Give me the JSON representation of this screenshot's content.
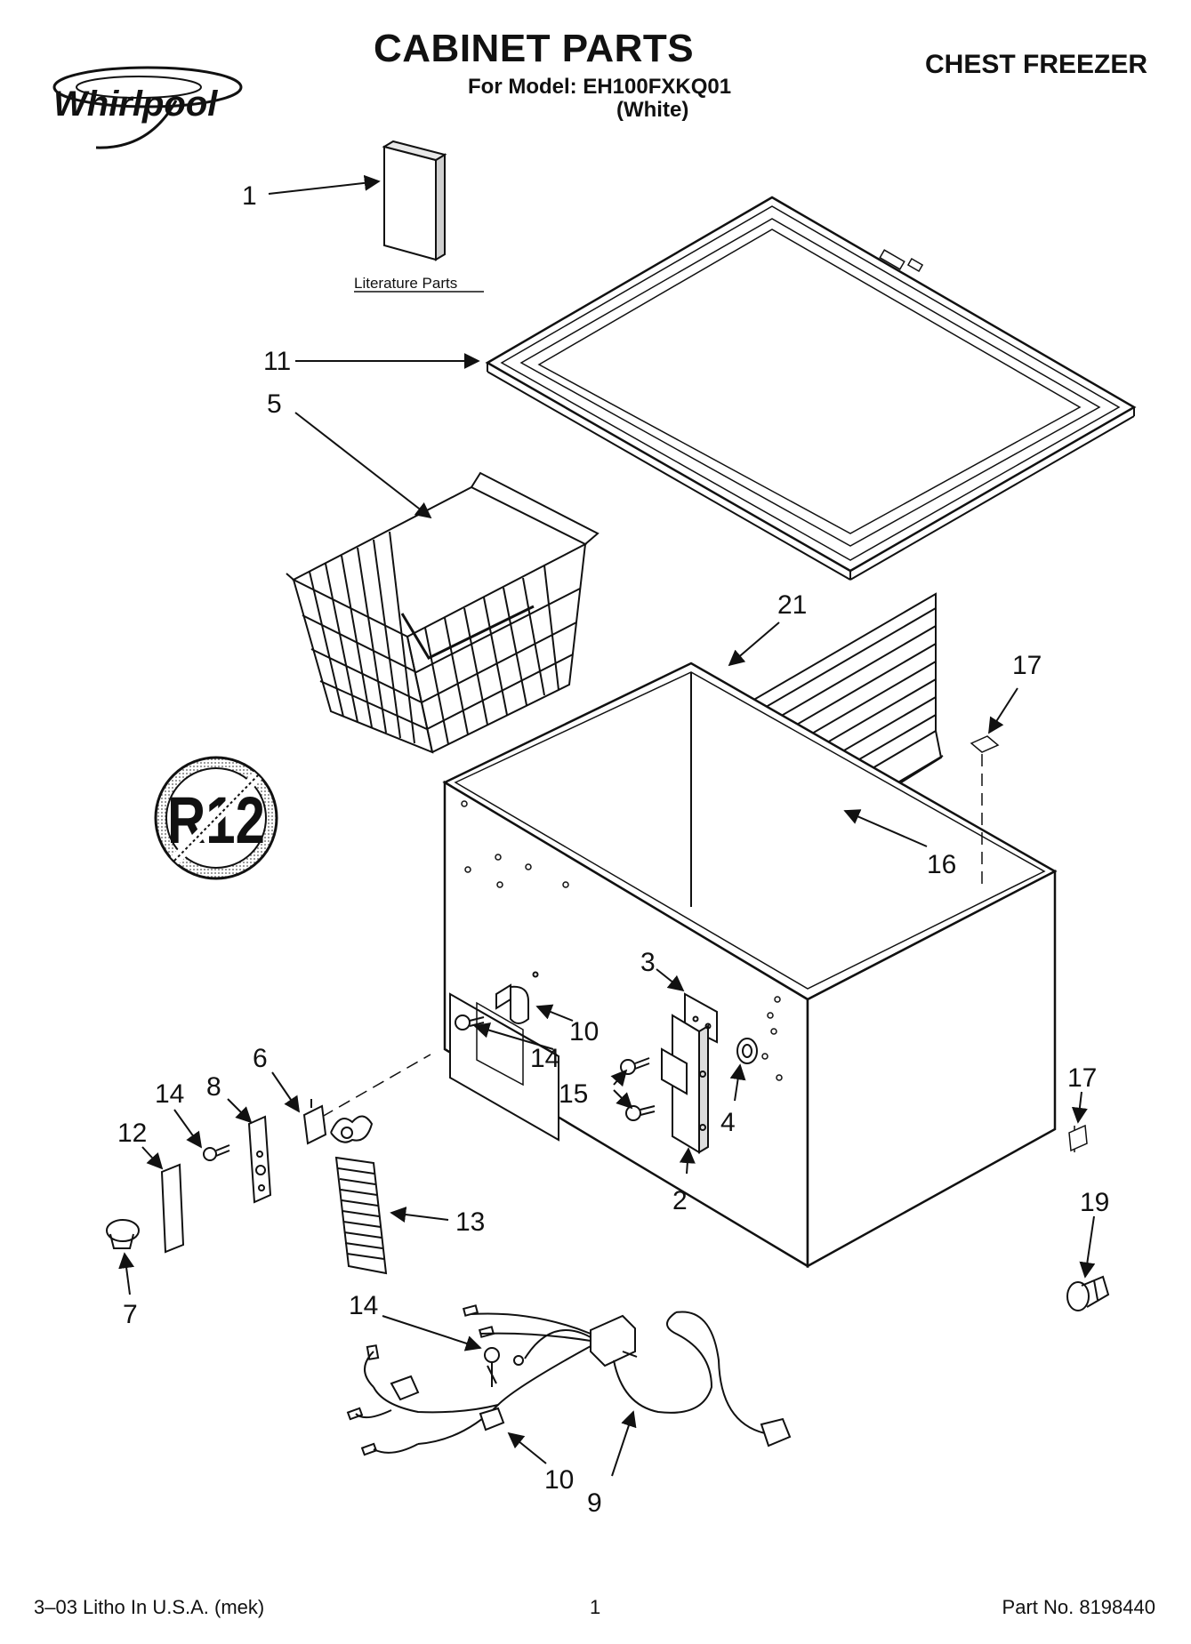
{
  "header": {
    "brand": "Whirlpool",
    "title": "CABINET PARTS",
    "model_line": "For Model: EH100FXKQ01",
    "color_line": "(White)",
    "product_type": "CHEST FREEZER"
  },
  "badge": {
    "text": "R12"
  },
  "literature_caption": "Literature Parts",
  "callouts": [
    {
      "id": "c1",
      "label": "1"
    },
    {
      "id": "c11",
      "label": "11"
    },
    {
      "id": "c5",
      "label": "5"
    },
    {
      "id": "c21",
      "label": "21"
    },
    {
      "id": "c17a",
      "label": "17"
    },
    {
      "id": "c16",
      "label": "16"
    },
    {
      "id": "c3",
      "label": "3"
    },
    {
      "id": "c10a",
      "label": "10"
    },
    {
      "id": "c14a",
      "label": "14"
    },
    {
      "id": "c6",
      "label": "6"
    },
    {
      "id": "c8",
      "label": "8"
    },
    {
      "id": "c14b",
      "label": "14"
    },
    {
      "id": "c12",
      "label": "12"
    },
    {
      "id": "c15",
      "label": "15"
    },
    {
      "id": "c4",
      "label": "4"
    },
    {
      "id": "c2",
      "label": "2"
    },
    {
      "id": "c17b",
      "label": "17"
    },
    {
      "id": "c13",
      "label": "13"
    },
    {
      "id": "c19",
      "label": "19"
    },
    {
      "id": "c7",
      "label": "7"
    },
    {
      "id": "c14c",
      "label": "14"
    },
    {
      "id": "c10b",
      "label": "10"
    },
    {
      "id": "c9",
      "label": "9"
    }
  ],
  "footer": {
    "litho": "3–03 Litho In U.S.A. (mek)",
    "page": "1",
    "part_no": "Part No. 8198440"
  }
}
